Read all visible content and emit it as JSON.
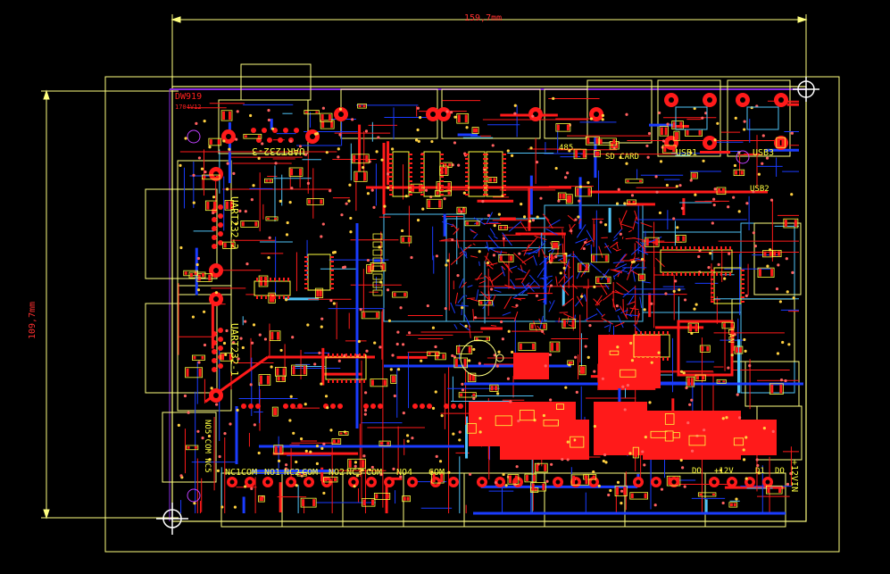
{
  "dimensions": {
    "width_label": "159,7mm",
    "height_label": "109,7mm"
  },
  "board": {
    "title": "DW919",
    "revision": "1704V12"
  },
  "silkscreen": {
    "uart3": "UART232-3",
    "uart2": "UART232-2",
    "uart1": "UART232-1",
    "usb1": "USB1",
    "usb3": "USB3",
    "usb_side": "USB2",
    "sdcard": "SD CARD",
    "rs485": "485",
    "lan": "LAN",
    "relay_labels": [
      "NC1",
      "COM",
      "NO1",
      "NC2",
      "COM",
      "NO2",
      "NC3",
      "COM",
      "NO4",
      "COM"
    ],
    "relay5": "NO5 COM NC5",
    "power": "+12VIN",
    "do_labels": [
      "DO",
      "+12V",
      "D1",
      "DO"
    ]
  },
  "colors": {
    "background": "#000000",
    "top_copper": "#ff1a1a",
    "bottom_copper": "#1a3cff",
    "silk": "#ffff40",
    "outline": "#ffff80",
    "keepout": "#8a2be2",
    "internal": "#4fc3f7"
  }
}
